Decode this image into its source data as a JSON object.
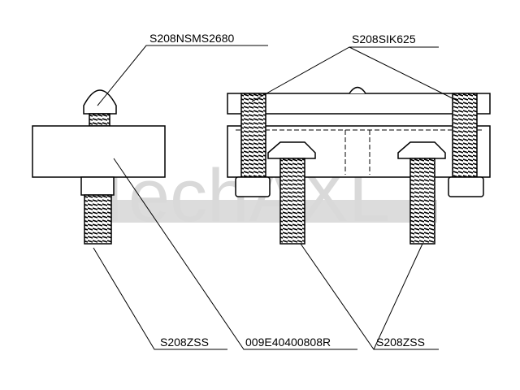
{
  "watermark": "TechAXL",
  "labels": {
    "nut": "S208NSMS2680",
    "socket_screws": "S208SIK625",
    "stud_left": "S208ZSS",
    "block": "009E40400808R",
    "studs_right": "S208ZSS"
  }
}
